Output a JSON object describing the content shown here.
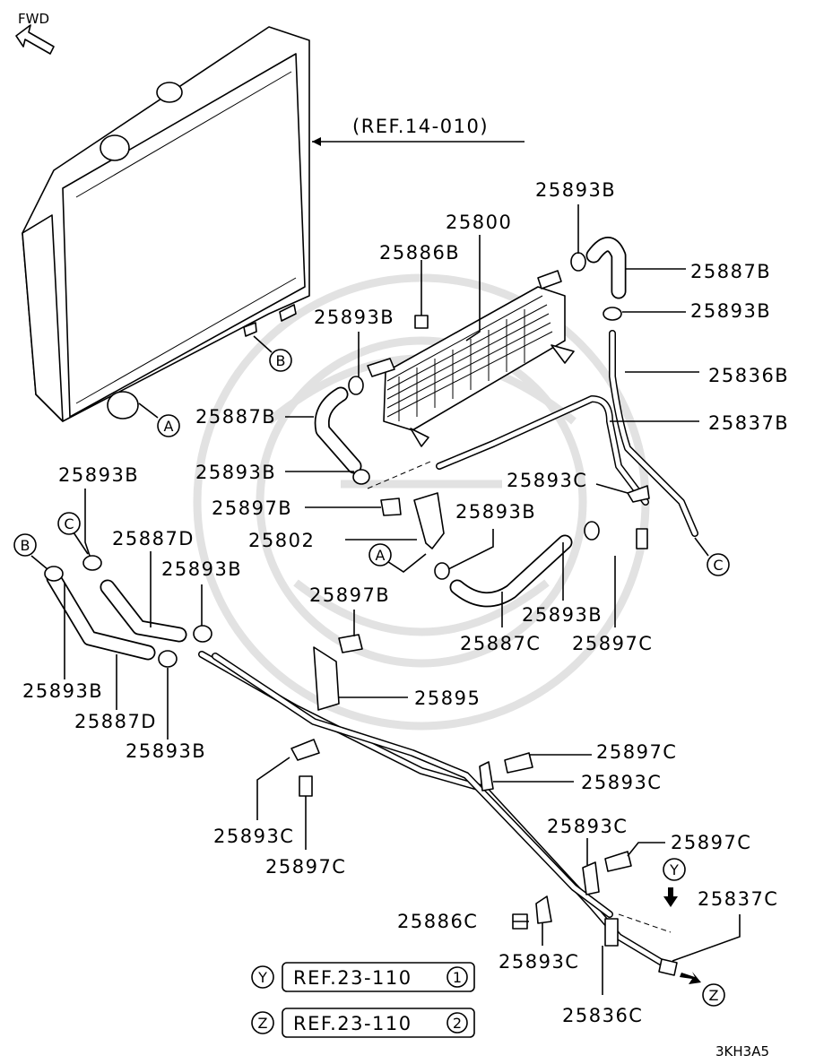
{
  "orientation": {
    "fwd_label": "FWD"
  },
  "reference": {
    "radiator_ref": "(REF.14-010)"
  },
  "callouts": {
    "c25800": "25800",
    "c25886B": "25886B",
    "c25893B_top": "25893B",
    "c25887B_right": "25887B",
    "c25893B_right": "25893B",
    "c25836B": "25836B",
    "c25837B": "25837B",
    "c25893B_mid": "25893B",
    "c25887B_left": "25887B",
    "c25893B_left": "25893B",
    "c25893C_mid": "25893C",
    "c25897B_a": "25897B",
    "c25802": "25802",
    "c25893B_hose": "25893B",
    "c25893B_tl": "25893B",
    "c25887D_top": "25887D",
    "c25893B_tl2": "25893B",
    "c25897B_b": "25897B",
    "c25893B_c": "25893B",
    "c25887C": "25887C",
    "c25897C_r": "25897C",
    "c25893B_l": "25893B",
    "c25887D_bot": "25887D",
    "c25893B_bot": "25893B",
    "c25895": "25895",
    "c25897C_1": "25897C",
    "c25893C_1": "25893C",
    "c25893C_2": "25893C",
    "c25897C_2": "25897C",
    "c25893C_3": "25893C",
    "c25897C_3": "25897C",
    "c25837C": "25837C",
    "c25886C": "25886C",
    "c25893C_4": "25893C",
    "c25836C": "25836C"
  },
  "markers": {
    "A": "A",
    "B": "B",
    "C": "C",
    "Y": "Y",
    "Z": "Z"
  },
  "refs": {
    "y_letter": "Y",
    "y_text": "REF.23-110",
    "y_num": "1",
    "z_letter": "Z",
    "z_text": "REF.23-110",
    "z_num": "2"
  },
  "diagram_code": "3KH3A5"
}
